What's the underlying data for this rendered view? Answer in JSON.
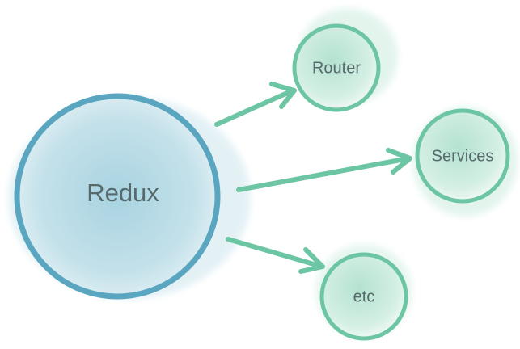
{
  "diagram": {
    "center_node": {
      "label": "Redux",
      "color": "#5aa6c0",
      "fill": "#a9d3e0"
    },
    "child_nodes": [
      {
        "id": "router",
        "label": "Router"
      },
      {
        "id": "services",
        "label": "Services"
      },
      {
        "id": "etc",
        "label": "etc"
      }
    ],
    "edges": [
      {
        "from": "Redux",
        "to": "Router"
      },
      {
        "from": "Redux",
        "to": "Services"
      },
      {
        "from": "Redux",
        "to": "etc"
      }
    ],
    "child_color": "#6cc5a3",
    "child_fill": "#b9e3d3"
  }
}
